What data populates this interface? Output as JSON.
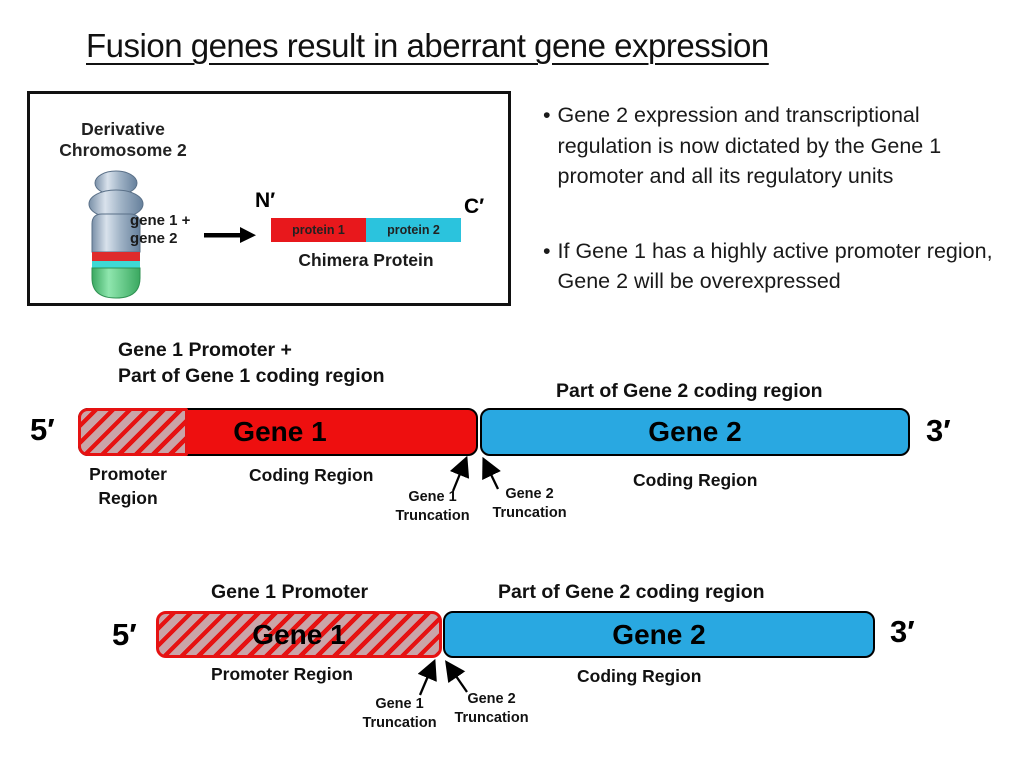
{
  "title": "Fusion genes result in aberrant gene expression",
  "colors": {
    "gene1_red": "#ee0f0f",
    "gene2_blue": "#29a8e1",
    "protein1_red": "#e8181c",
    "protein2_cyan": "#2bc3dd",
    "hatch_pink": "#caa4a8",
    "hatch_stripe_red": "#e61212"
  },
  "inset": {
    "chromosome_title": "Derivative\nChromosome 2",
    "gene_label": "gene 1 +\ngene 2",
    "n_terminus": "N′",
    "c_terminus": "C′",
    "protein1_label": "protein 1",
    "protein2_label": "protein 2",
    "caption": "Chimera Protein"
  },
  "bullets": [
    "Gene 2 expression and transcriptional regulation is now dictated by the Gene 1 promoter and all its regulatory units",
    "If Gene 1 has a highly active promoter region, Gene 2 will be overexpressed"
  ],
  "bullet_marker": "•",
  "diagram1": {
    "top_label_left": "Gene 1 Promoter +\nPart of Gene 1 coding region",
    "top_label_right": "Part of Gene 2 coding region",
    "five_prime": "5′",
    "three_prime": "3′",
    "gene1_label": "Gene 1",
    "gene2_label": "Gene 2",
    "promoter_region_label": "Promoter\nRegion",
    "coding_region_gene1_label": "Coding Region",
    "coding_region_gene2_label": "Coding Region",
    "gene1_truncation_label": "Gene 1\nTruncation",
    "gene2_truncation_label": "Gene 2\nTruncation"
  },
  "diagram2": {
    "top_label_left": "Gene 1 Promoter",
    "top_label_right": "Part of Gene 2 coding region",
    "five_prime": "5′",
    "three_prime": "3′",
    "gene1_label": "Gene 1",
    "gene2_label": "Gene 2",
    "promoter_region_label": "Promoter Region",
    "coding_region_label": "Coding Region",
    "gene1_truncation_label": "Gene 1\nTruncation",
    "gene2_truncation_label": "Gene 2\nTruncation"
  }
}
